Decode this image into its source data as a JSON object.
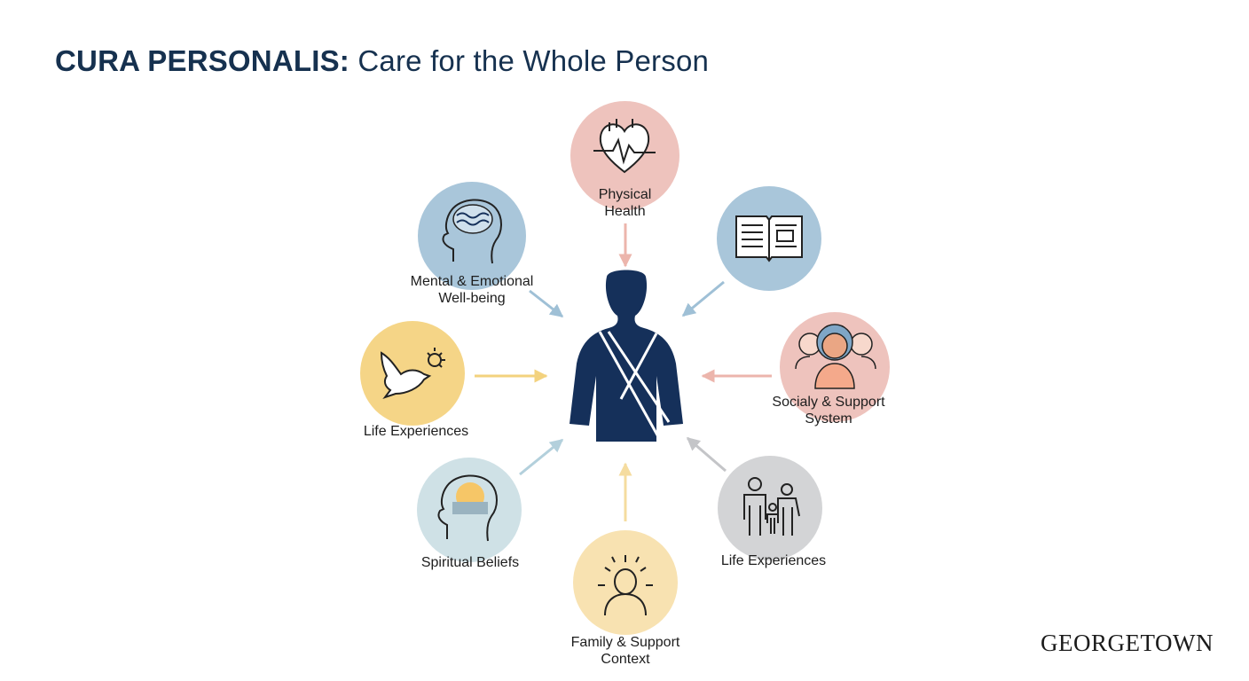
{
  "title": {
    "bold": "CURA PERSONALIS:",
    "regular": " Care for the Whole Person"
  },
  "brand": "GEORGETOWN",
  "nodes": [
    {
      "id": "physical",
      "icon": "heart-pulse-icon",
      "color": "#eec3bd",
      "label": [
        "Physical",
        "Health"
      ]
    },
    {
      "id": "mental",
      "icon": "head-waves-icon",
      "color": "#a9c6da",
      "label": [
        "Mental & Emotional",
        "Well-being"
      ]
    },
    {
      "id": "book",
      "icon": "open-book-icon",
      "color": "#a9c6da",
      "label": []
    },
    {
      "id": "dove",
      "icon": "dove-sun-icon",
      "color": "#f5d587",
      "label": [
        "Life Experiences"
      ]
    },
    {
      "id": "social",
      "icon": "people-group-icon",
      "color": "#eec3bd",
      "label": [
        "Socialy & Support",
        "System"
      ]
    },
    {
      "id": "spiritual",
      "icon": "head-sunrise-icon",
      "color": "#cfe1e6",
      "label": [
        "Spiritual Beliefs"
      ]
    },
    {
      "id": "family-figure",
      "icon": "family-figures-icon",
      "color": "#d3d4d6",
      "label": [
        "Life Experiences"
      ]
    },
    {
      "id": "radiant",
      "icon": "radiant-person-icon",
      "color": "#f8e2b1",
      "label": [
        "Family & Support",
        "Context"
      ]
    }
  ],
  "center": {
    "icon": "person-with-sash-icon",
    "color": "#15305a"
  }
}
